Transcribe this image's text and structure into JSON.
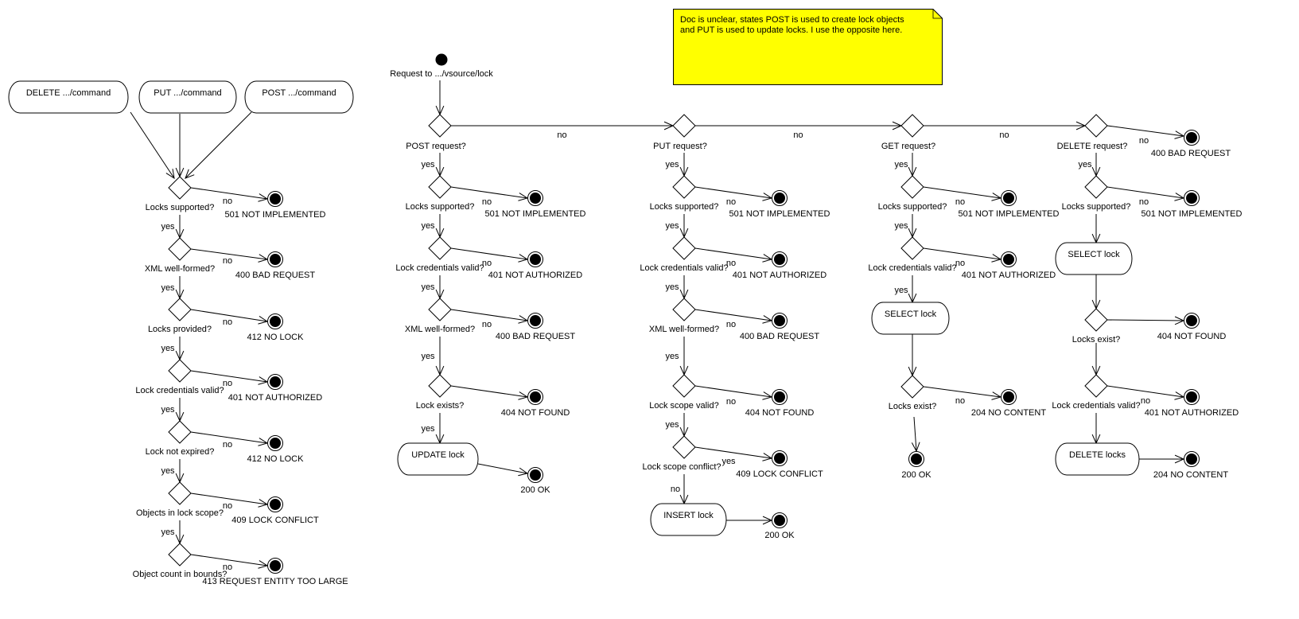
{
  "note": {
    "lines": [
      "Doc is unclear, states POST is used to create lock objects",
      "and PUT is used to update locks.  I use the opposite here."
    ],
    "color": "#ffff00"
  },
  "labels": {
    "yes": "yes",
    "no": "no"
  },
  "command_flow": {
    "entries": [
      "DELETE .../command",
      "PUT .../command",
      "POST .../command"
    ],
    "decisions": [
      {
        "question": "Locks supported?",
        "fail_label": "no",
        "result": "501 NOT IMPLEMENTED",
        "pass_label": "yes"
      },
      {
        "question": "XML well-formed?",
        "fail_label": "no",
        "result": "400 BAD REQUEST",
        "pass_label": "yes"
      },
      {
        "question": "Locks provided?",
        "fail_label": "no",
        "result": "412 NO LOCK",
        "pass_label": "yes"
      },
      {
        "question": "Lock credentials valid?",
        "fail_label": "no",
        "result": "401 NOT AUTHORIZED",
        "pass_label": "yes"
      },
      {
        "question": "Lock not expired?",
        "fail_label": "no",
        "result": "412 NO LOCK",
        "pass_label": "yes"
      },
      {
        "question": "Objects in lock scope?",
        "fail_label": "no",
        "result": "409 LOCK CONFLICT",
        "pass_label": "yes"
      },
      {
        "question": "Object count in bounds?",
        "fail_label": "no",
        "result": "413 REQUEST ENTITY TOO LARGE",
        "pass_label": ""
      }
    ]
  },
  "lock_flow": {
    "start_label": "Request to .../vsource/lock",
    "method_checks": [
      {
        "question": "POST request?",
        "no_label": "no"
      },
      {
        "question": "PUT request?",
        "no_label": "no"
      },
      {
        "question": "GET request?",
        "no_label": "no"
      },
      {
        "question": "DELETE request?",
        "no_label": "no",
        "result": "400 BAD REQUEST"
      }
    ],
    "post": {
      "decisions": [
        {
          "question": "Locks supported?",
          "fail_label": "no",
          "result": "501 NOT IMPLEMENTED"
        },
        {
          "question": "Lock credentials valid?",
          "fail_label": "no",
          "result": "401 NOT AUTHORIZED"
        },
        {
          "question": "XML well-formed?",
          "fail_label": "no",
          "result": "400 BAD REQUEST"
        },
        {
          "question": "Lock exists?",
          "fail_label": "",
          "result": "404 NOT FOUND"
        }
      ],
      "action": "UPDATE lock",
      "final_result": "200 OK"
    },
    "put": {
      "decisions": [
        {
          "question": "Locks supported?",
          "fail_label": "no",
          "result": "501 NOT IMPLEMENTED"
        },
        {
          "question": "Lock credentials valid?",
          "fail_label": "no",
          "result": "401 NOT AUTHORIZED"
        },
        {
          "question": "XML well-formed?",
          "fail_label": "no",
          "result": "400 BAD REQUEST"
        },
        {
          "question": "Lock scope valid?",
          "fail_label": "no",
          "result": "404 NOT FOUND"
        },
        {
          "question": "Lock scope conflict?",
          "fail_label": "yes",
          "result": "409 LOCK CONFLICT",
          "pass_label": "no"
        }
      ],
      "action": "INSERT lock",
      "final_result": "200 OK"
    },
    "get": {
      "decisions": [
        {
          "question": "Locks supported?",
          "fail_label": "no",
          "result": "501 NOT IMPLEMENTED"
        },
        {
          "question": "Lock credentials valid?",
          "fail_label": "no",
          "result": "401 NOT AUTHORIZED"
        }
      ],
      "action": "SELECT lock",
      "exists_check": {
        "question": "Locks exist?",
        "fail_label": "no",
        "result": "204 NO CONTENT"
      },
      "final_result": "200 OK"
    },
    "delete": {
      "supported_check": {
        "question": "Locks supported?",
        "fail_label": "no",
        "result": "501 NOT IMPLEMENTED"
      },
      "action": "SELECT lock",
      "exists_check": {
        "question": "Locks exist?",
        "fail_label": "",
        "result": "404 NOT FOUND"
      },
      "credentials_check": {
        "question": "Lock credentials valid?",
        "fail_label": "no",
        "result": "401 NOT AUTHORIZED"
      },
      "final_action": "DELETE locks",
      "final_result": "204 NO CONTENT"
    }
  }
}
